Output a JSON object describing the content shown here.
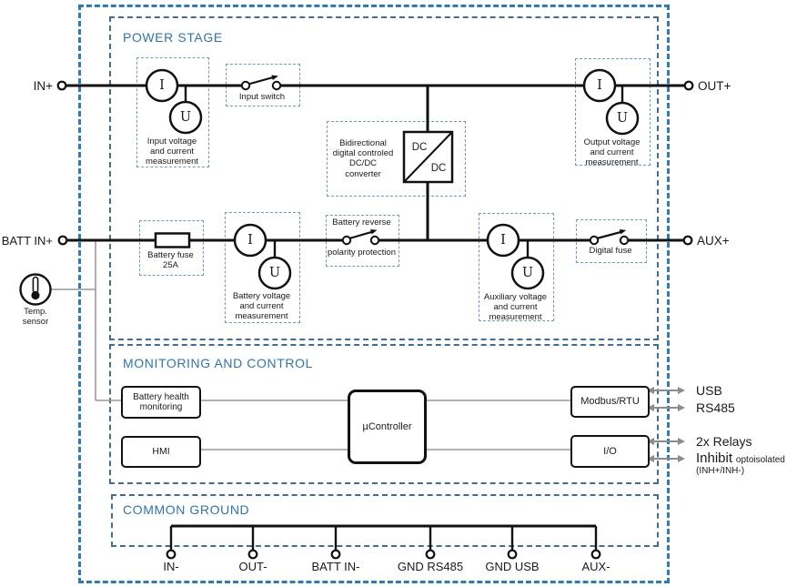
{
  "power_stage": {
    "title": "POWER STAGE",
    "input_measurement": {
      "i": "I",
      "u": "U",
      "label": "Input voltage\nand current\nmeasurement"
    },
    "input_switch": {
      "label": "Input switch"
    },
    "converter": {
      "label": "Bidirectional\ndigital controled\nDC/DC\nconverter",
      "dc_top": "DC",
      "dc_bottom": "DC"
    },
    "output_measurement": {
      "i": "I",
      "u": "U",
      "label": "Output voltage\nand current\nmeasurement"
    },
    "battery_fuse": {
      "label": "Battery fuse\n25A"
    },
    "battery_measurement": {
      "i": "I",
      "u": "U",
      "label": "Battery voltage\nand current\nmeasurement"
    },
    "battery_reverse": {
      "label_top": "Battery reverse",
      "label_bottom": "polarity protection"
    },
    "aux_measurement": {
      "i": "I",
      "u": "U",
      "label": "Auxiliary voltage\nand current\nmeasurement"
    },
    "digital_fuse": {
      "label": "Digital fuse"
    },
    "temp_sensor": {
      "label": "Temp.\nsensor"
    }
  },
  "terminals": {
    "in_plus": "IN+",
    "out_plus": "OUT+",
    "batt_in_plus": "BATT IN+",
    "aux_plus": "AUX+"
  },
  "monitoring": {
    "title": "MONITORING AND CONTROL",
    "battery_health": "Battery health\nmonitoring",
    "hmi": "HMI",
    "controller": "µController",
    "modbus": "Modbus/RTU",
    "io": "I/O",
    "ports": {
      "usb": "USB",
      "rs485": "RS485",
      "relays": "2x Relays",
      "inhibit": "Inhibit",
      "inhibit_note": "optoisolated",
      "inhibit_sub": "(INH+/INH-)"
    }
  },
  "common_ground": {
    "title": "COMMON GROUND",
    "terminals": [
      "IN-",
      "OUT-",
      "BATT IN-",
      "GND RS485",
      "GND USB",
      "AUX-"
    ]
  },
  "colors": {
    "outer_border": "#2b7cbd",
    "section_border": "#3e6d95",
    "component_border": "#64a0ce",
    "title_text": "#2e74b5",
    "wire": "#111111",
    "connector": "#999999",
    "arrow": "#8c8c8c"
  }
}
